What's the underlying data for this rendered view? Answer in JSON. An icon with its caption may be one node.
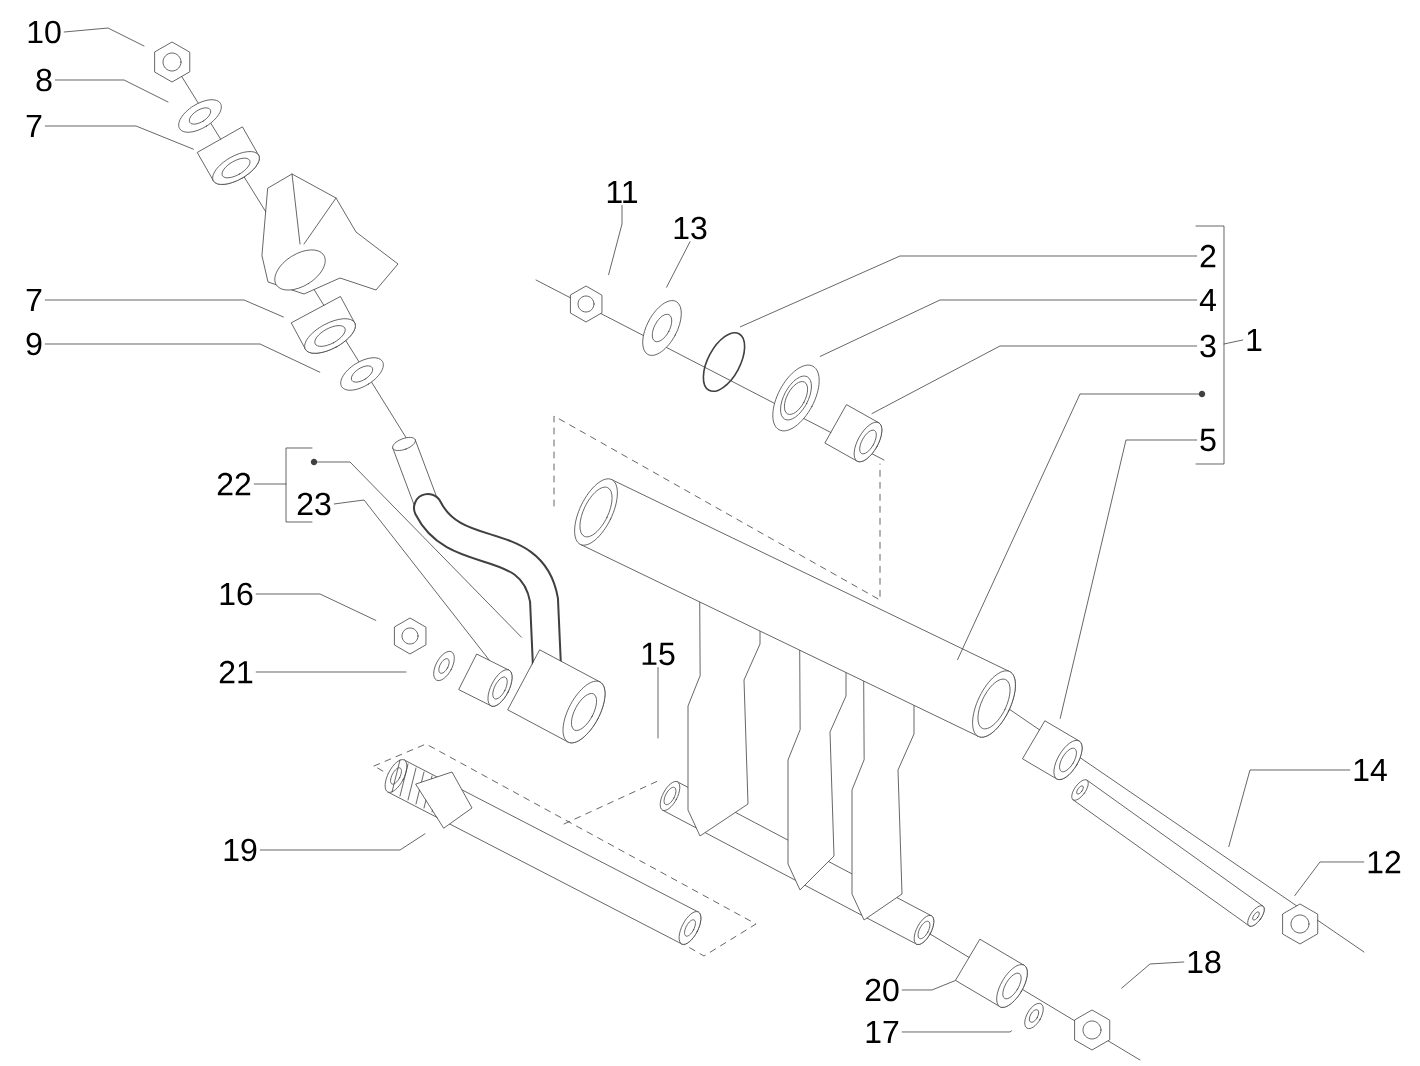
{
  "diagram": {
    "nodes": [
      {
        "text": [
          "10"
        ]
      },
      {
        "text": [
          "8"
        ]
      },
      {
        "text": [
          "7"
        ]
      },
      {
        "text": [
          "11"
        ]
      },
      {
        "text": [
          "13"
        ]
      },
      {
        "text": [
          "2"
        ]
      },
      {
        "text": [
          "7"
        ]
      },
      {
        "text": [
          "4"
        ]
      },
      {
        "text": [
          "1"
        ]
      },
      {
        "text": [
          "9"
        ]
      },
      {
        "text": [
          "3"
        ]
      },
      {
        "text": [
          "5"
        ]
      },
      {
        "text": [
          "22"
        ]
      },
      {
        "text": [
          "23"
        ]
      },
      {
        "text": [
          "16"
        ]
      },
      {
        "text": [
          "15"
        ]
      },
      {
        "text": [
          "21"
        ]
      },
      {
        "text": [
          "14"
        ]
      },
      {
        "text": [
          "19"
        ]
      },
      {
        "text": [
          "12"
        ]
      },
      {
        "text": [
          "18"
        ]
      },
      {
        "text": [
          "20"
        ]
      },
      {
        "text": [
          "17"
        ]
      }
    ],
    "edges": [
      {
        "from": 0,
        "to": null,
        "arrow": "none"
      },
      {
        "from": 1,
        "to": null,
        "arrow": "none"
      },
      {
        "from": 2,
        "to": null,
        "arrow": "none"
      },
      {
        "from": 3,
        "to": null,
        "arrow": "none"
      },
      {
        "from": 4,
        "to": null,
        "arrow": "none"
      },
      {
        "from": 5,
        "to": null,
        "arrow": "none"
      },
      {
        "from": 6,
        "to": null,
        "arrow": "none"
      },
      {
        "from": 7,
        "to": null,
        "arrow": "none"
      },
      {
        "from": 8,
        "to": null,
        "arrow": "none"
      },
      {
        "from": 9,
        "to": null,
        "arrow": "none"
      },
      {
        "from": 10,
        "to": null,
        "arrow": "none"
      },
      {
        "from": 11,
        "to": null,
        "arrow": "none"
      },
      {
        "from": 12,
        "to": null,
        "arrow": "none"
      },
      {
        "from": 13,
        "to": null,
        "arrow": "none"
      },
      {
        "from": 14,
        "to": null,
        "arrow": "none"
      },
      {
        "from": 15,
        "to": null,
        "arrow": "none"
      },
      {
        "from": 16,
        "to": null,
        "arrow": "none"
      },
      {
        "from": 17,
        "to": null,
        "arrow": "none"
      },
      {
        "from": 18,
        "to": null,
        "arrow": "none"
      },
      {
        "from": 19,
        "to": null,
        "arrow": "none"
      },
      {
        "from": 20,
        "to": null,
        "arrow": "none"
      },
      {
        "from": 21,
        "to": null,
        "arrow": "none"
      },
      {
        "from": 22,
        "to": null,
        "arrow": "none"
      }
    ]
  }
}
